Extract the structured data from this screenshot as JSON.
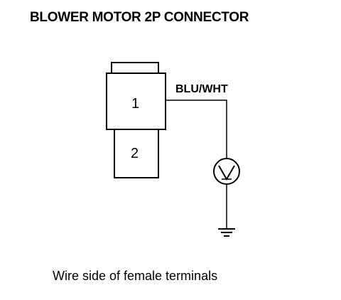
{
  "title": "BLOWER MOTOR 2P CONNECTOR",
  "connector": {
    "terminal_1": "1",
    "terminal_2": "2"
  },
  "wire": {
    "color_label": "BLU/WHT"
  },
  "meter": {
    "symbol": "V"
  },
  "caption": "Wire side of female terminals",
  "icons": [
    "voltmeter-icon",
    "ground-icon"
  ]
}
